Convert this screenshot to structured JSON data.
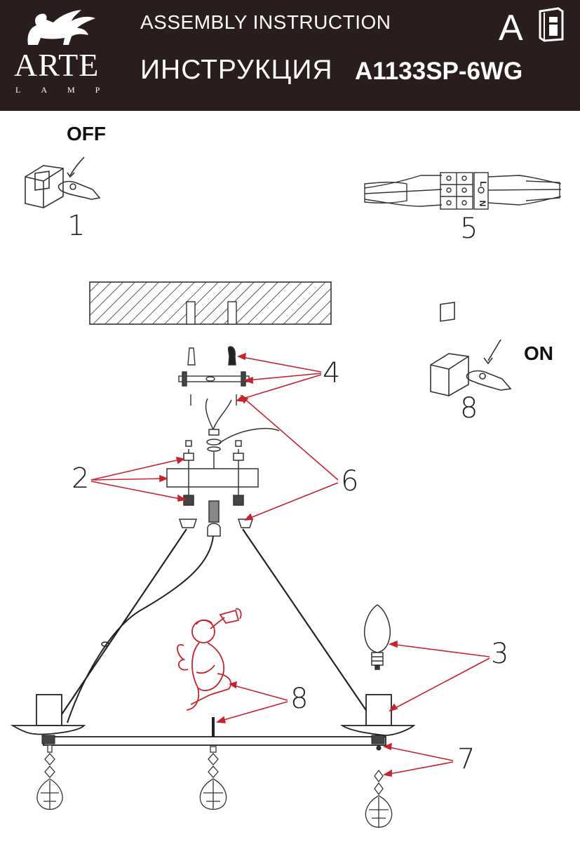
{
  "header": {
    "brand": "ARTE",
    "brand_sub": "LAMP",
    "title_en": "ASSEMBLY  INSTRUCTION",
    "title_ru": "ИНСТРУКЦИЯ",
    "model": "A1133SP-6WG",
    "section_letter": "A",
    "info_icon": "info-book-icon",
    "logo_icon": "griffin-logo-icon"
  },
  "steps": {
    "off_label": "OFF",
    "on_label": "ON",
    "n1": "1",
    "n2": "2",
    "n3": "3",
    "n4": "4",
    "n5": "5",
    "n6": "6",
    "n7": "7",
    "n8_switch": "8",
    "n8_decor": "8"
  },
  "terminal": {
    "labels": [
      "L",
      "N"
    ]
  },
  "colors": {
    "header_bg": "#2a1d1e",
    "callout": "#c8232c",
    "line": "#222222"
  }
}
